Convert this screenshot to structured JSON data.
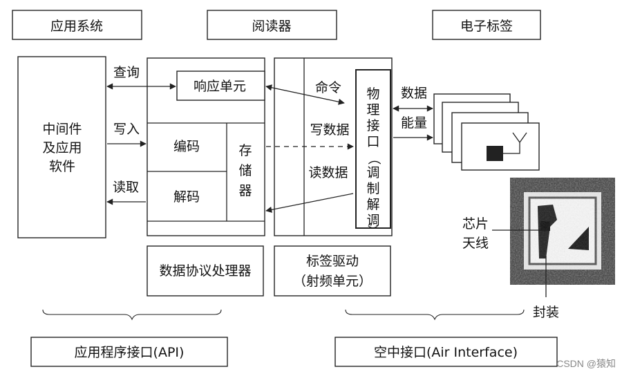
{
  "headers": {
    "application_system": "应用系统",
    "reader": "阅读器",
    "electronic_tag": "电子标签"
  },
  "middleware": [
    "中间件",
    "及应用",
    "软件"
  ],
  "arrows": {
    "query": "查询",
    "write": "写入",
    "read": "读取",
    "command": "命令",
    "write_data": "写数据",
    "read_data": "读数据",
    "data": "数据",
    "energy": "能量"
  },
  "reader_blocks": {
    "response_unit": "响应单元",
    "encode": "编码",
    "decode": "解码",
    "storage": [
      "存",
      "储",
      "器"
    ],
    "physical_interface": [
      "物",
      "理",
      "接",
      "口",
      "（",
      "调",
      "制",
      "解",
      "调",
      "）"
    ]
  },
  "bottom_boxes": {
    "protocol_processor": "数据协议处理器",
    "tag_driver_line1": "标签驱动",
    "tag_driver_line2": "（射频单元）"
  },
  "photo_labels": {
    "chip": "芯片",
    "antenna": "天线",
    "package": "封装"
  },
  "interfaces": {
    "api": "应用程序接口(API)",
    "air": "空中接口(Air Interface)"
  },
  "watermark": "CSDN @猿知"
}
